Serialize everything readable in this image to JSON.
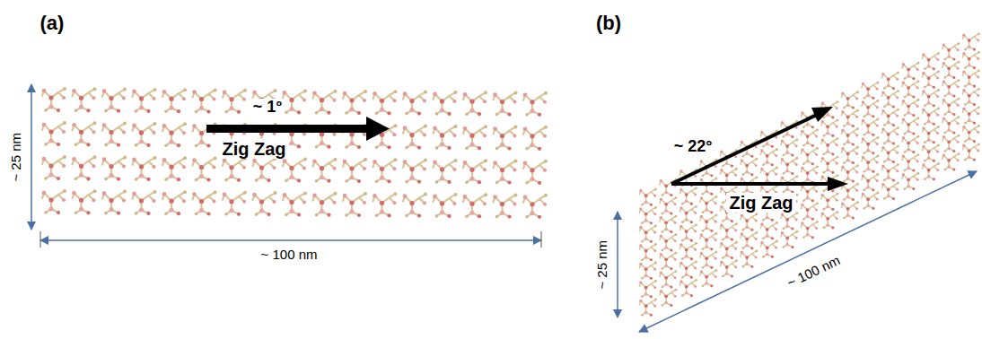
{
  "diagram": {
    "labels": [
      "(a)",
      "(b)",
      "~ 1°",
      "Zig Zag",
      "~ 25 nm",
      "~ 100 nm",
      "~ 22°",
      "Zig Zag",
      "~ 25 nm",
      "~ 100 nm"
    ]
  }
}
